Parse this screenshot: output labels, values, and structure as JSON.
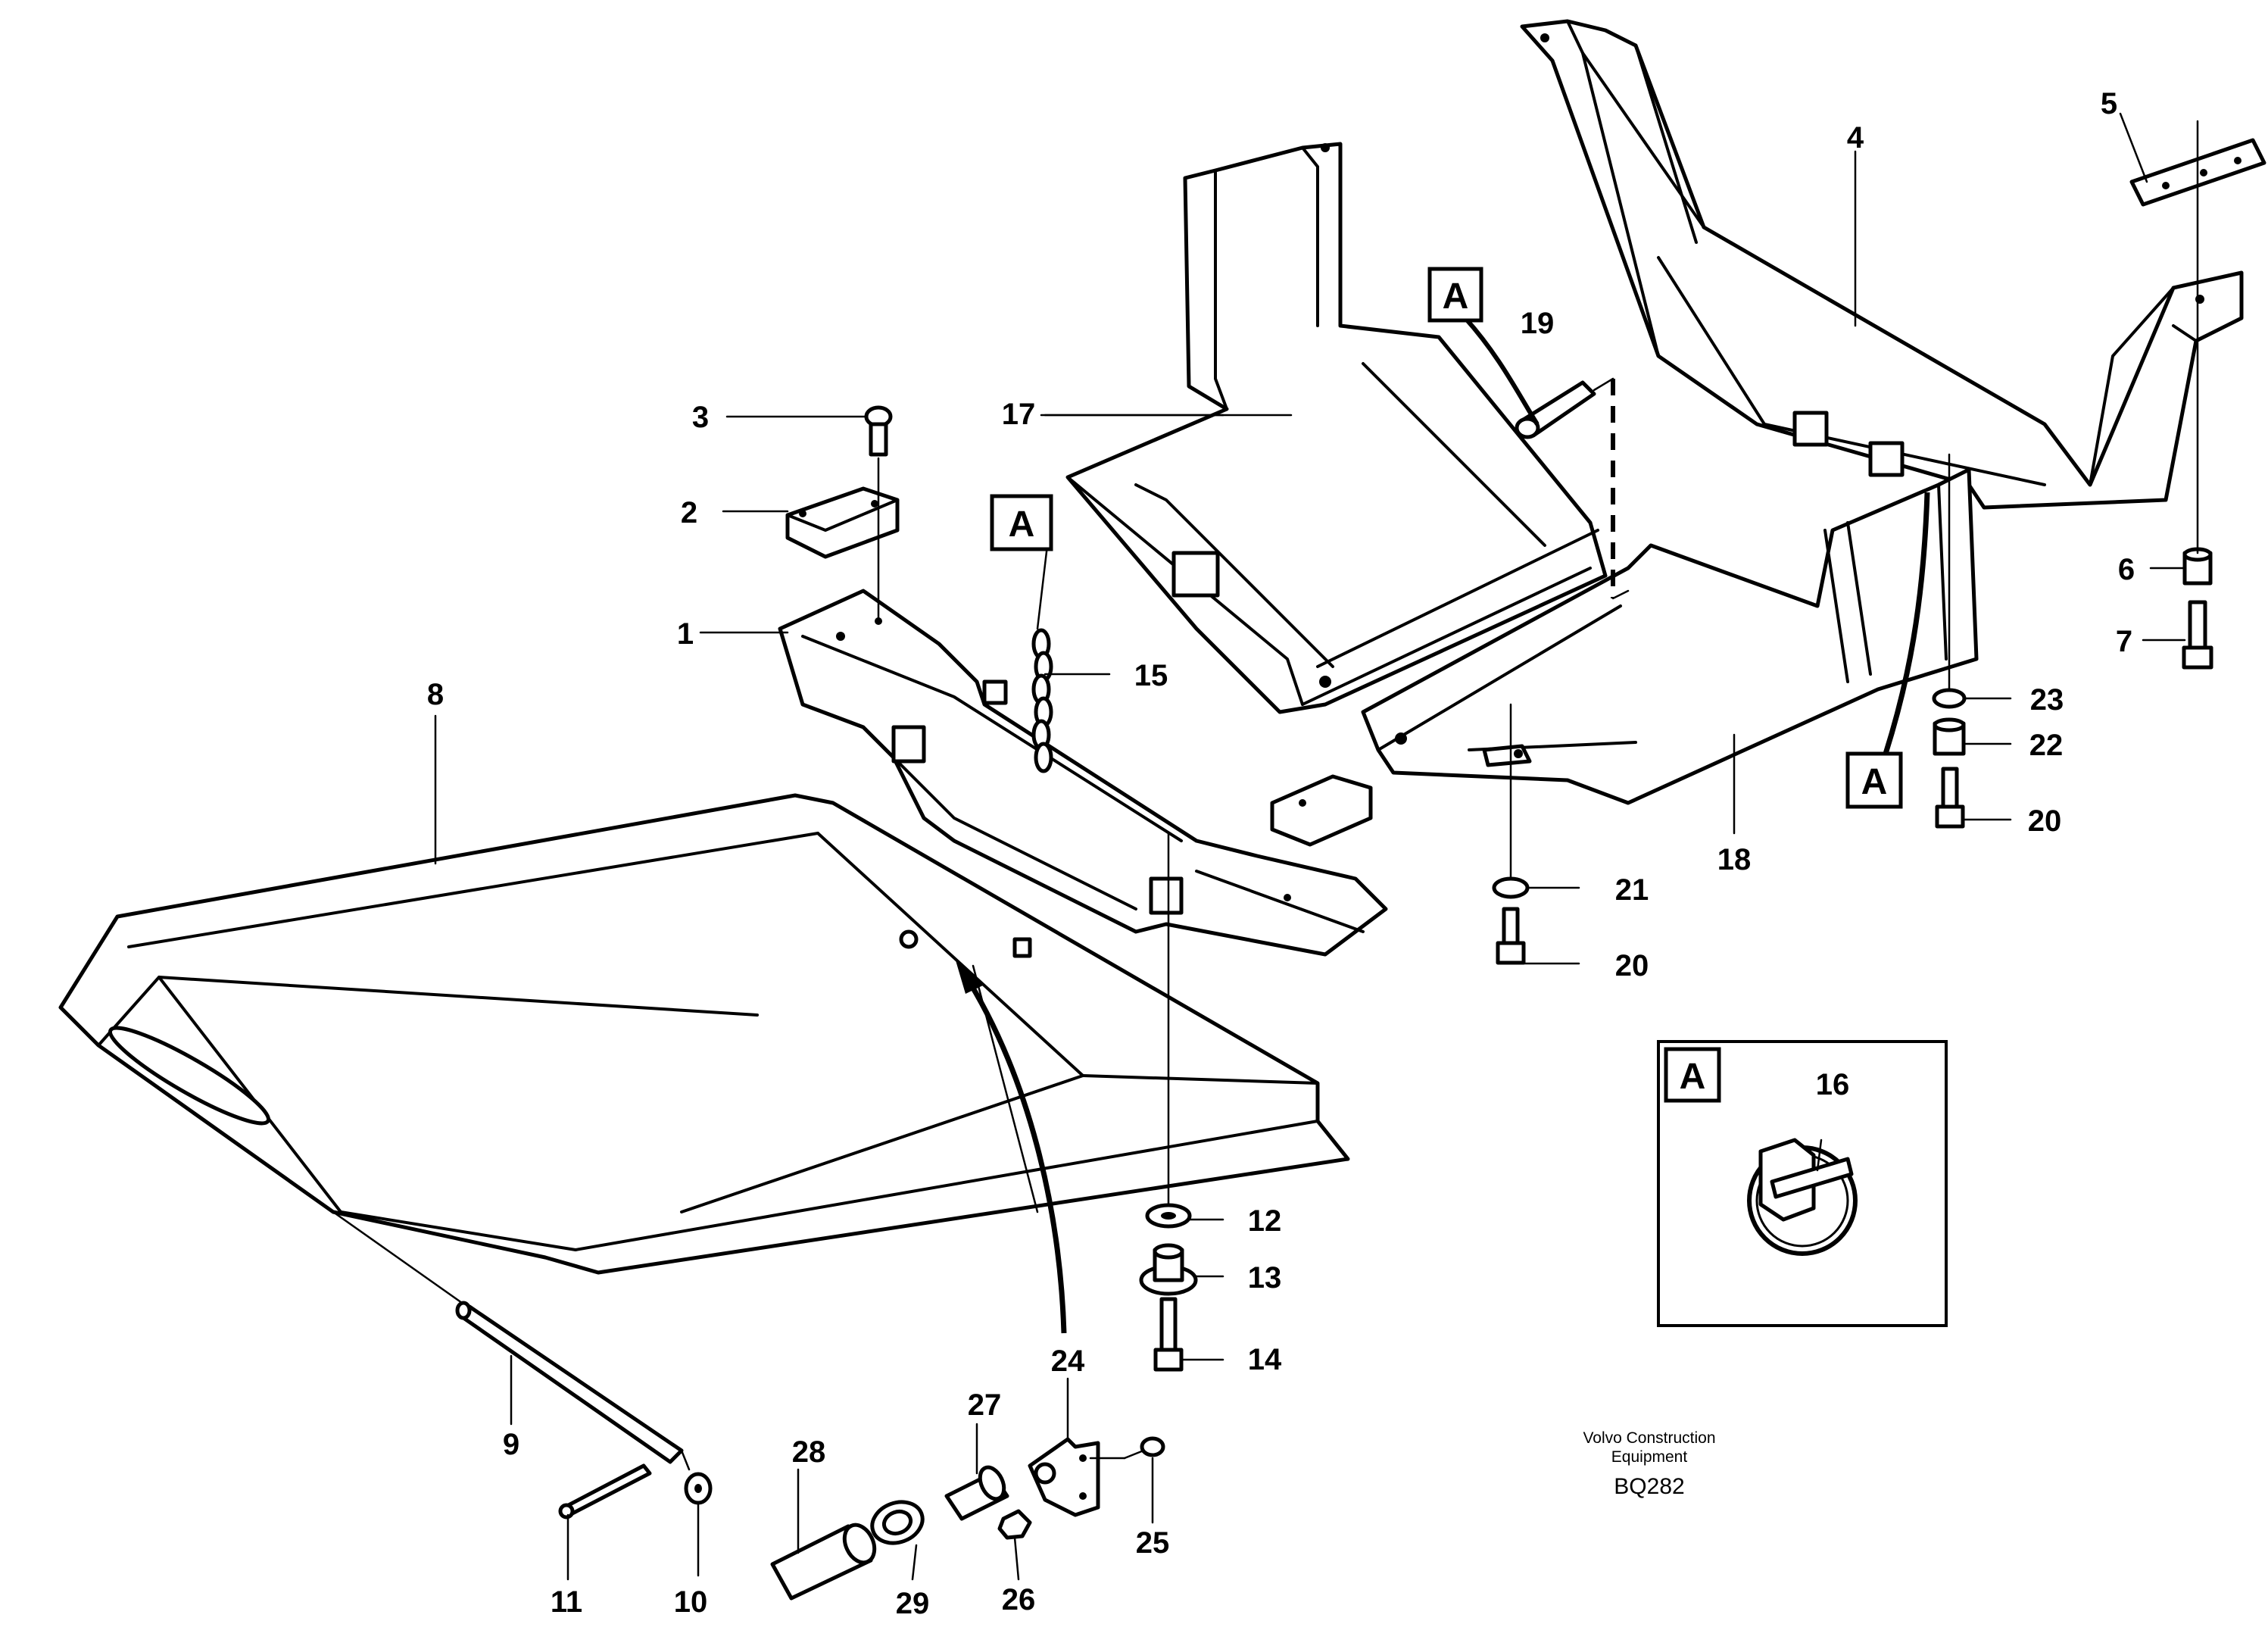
{
  "callouts": [
    {
      "id": "1",
      "text": "1"
    },
    {
      "id": "2",
      "text": "2"
    },
    {
      "id": "3",
      "text": "3"
    },
    {
      "id": "4",
      "text": "4"
    },
    {
      "id": "5",
      "text": "5"
    },
    {
      "id": "6",
      "text": "6"
    },
    {
      "id": "7",
      "text": "7"
    },
    {
      "id": "8",
      "text": "8"
    },
    {
      "id": "9",
      "text": "9"
    },
    {
      "id": "10",
      "text": "10"
    },
    {
      "id": "11",
      "text": "11"
    },
    {
      "id": "12",
      "text": "12"
    },
    {
      "id": "13",
      "text": "13"
    },
    {
      "id": "14",
      "text": "14"
    },
    {
      "id": "15",
      "text": "15"
    },
    {
      "id": "16",
      "text": "16"
    },
    {
      "id": "17",
      "text": "17"
    },
    {
      "id": "18",
      "text": "18"
    },
    {
      "id": "19",
      "text": "19"
    },
    {
      "id": "20a",
      "text": "20"
    },
    {
      "id": "20b",
      "text": "20"
    },
    {
      "id": "21",
      "text": "21"
    },
    {
      "id": "22",
      "text": "22"
    },
    {
      "id": "23",
      "text": "23"
    },
    {
      "id": "24",
      "text": "24"
    },
    {
      "id": "25",
      "text": "25"
    },
    {
      "id": "26",
      "text": "26"
    },
    {
      "id": "27",
      "text": "27"
    },
    {
      "id": "28",
      "text": "28"
    },
    {
      "id": "29",
      "text": "29"
    }
  ],
  "detail_markers": {
    "letter": "A"
  },
  "caption": {
    "line1": "Volvo Construction",
    "line2": "Equipment",
    "code": "BQ282"
  }
}
